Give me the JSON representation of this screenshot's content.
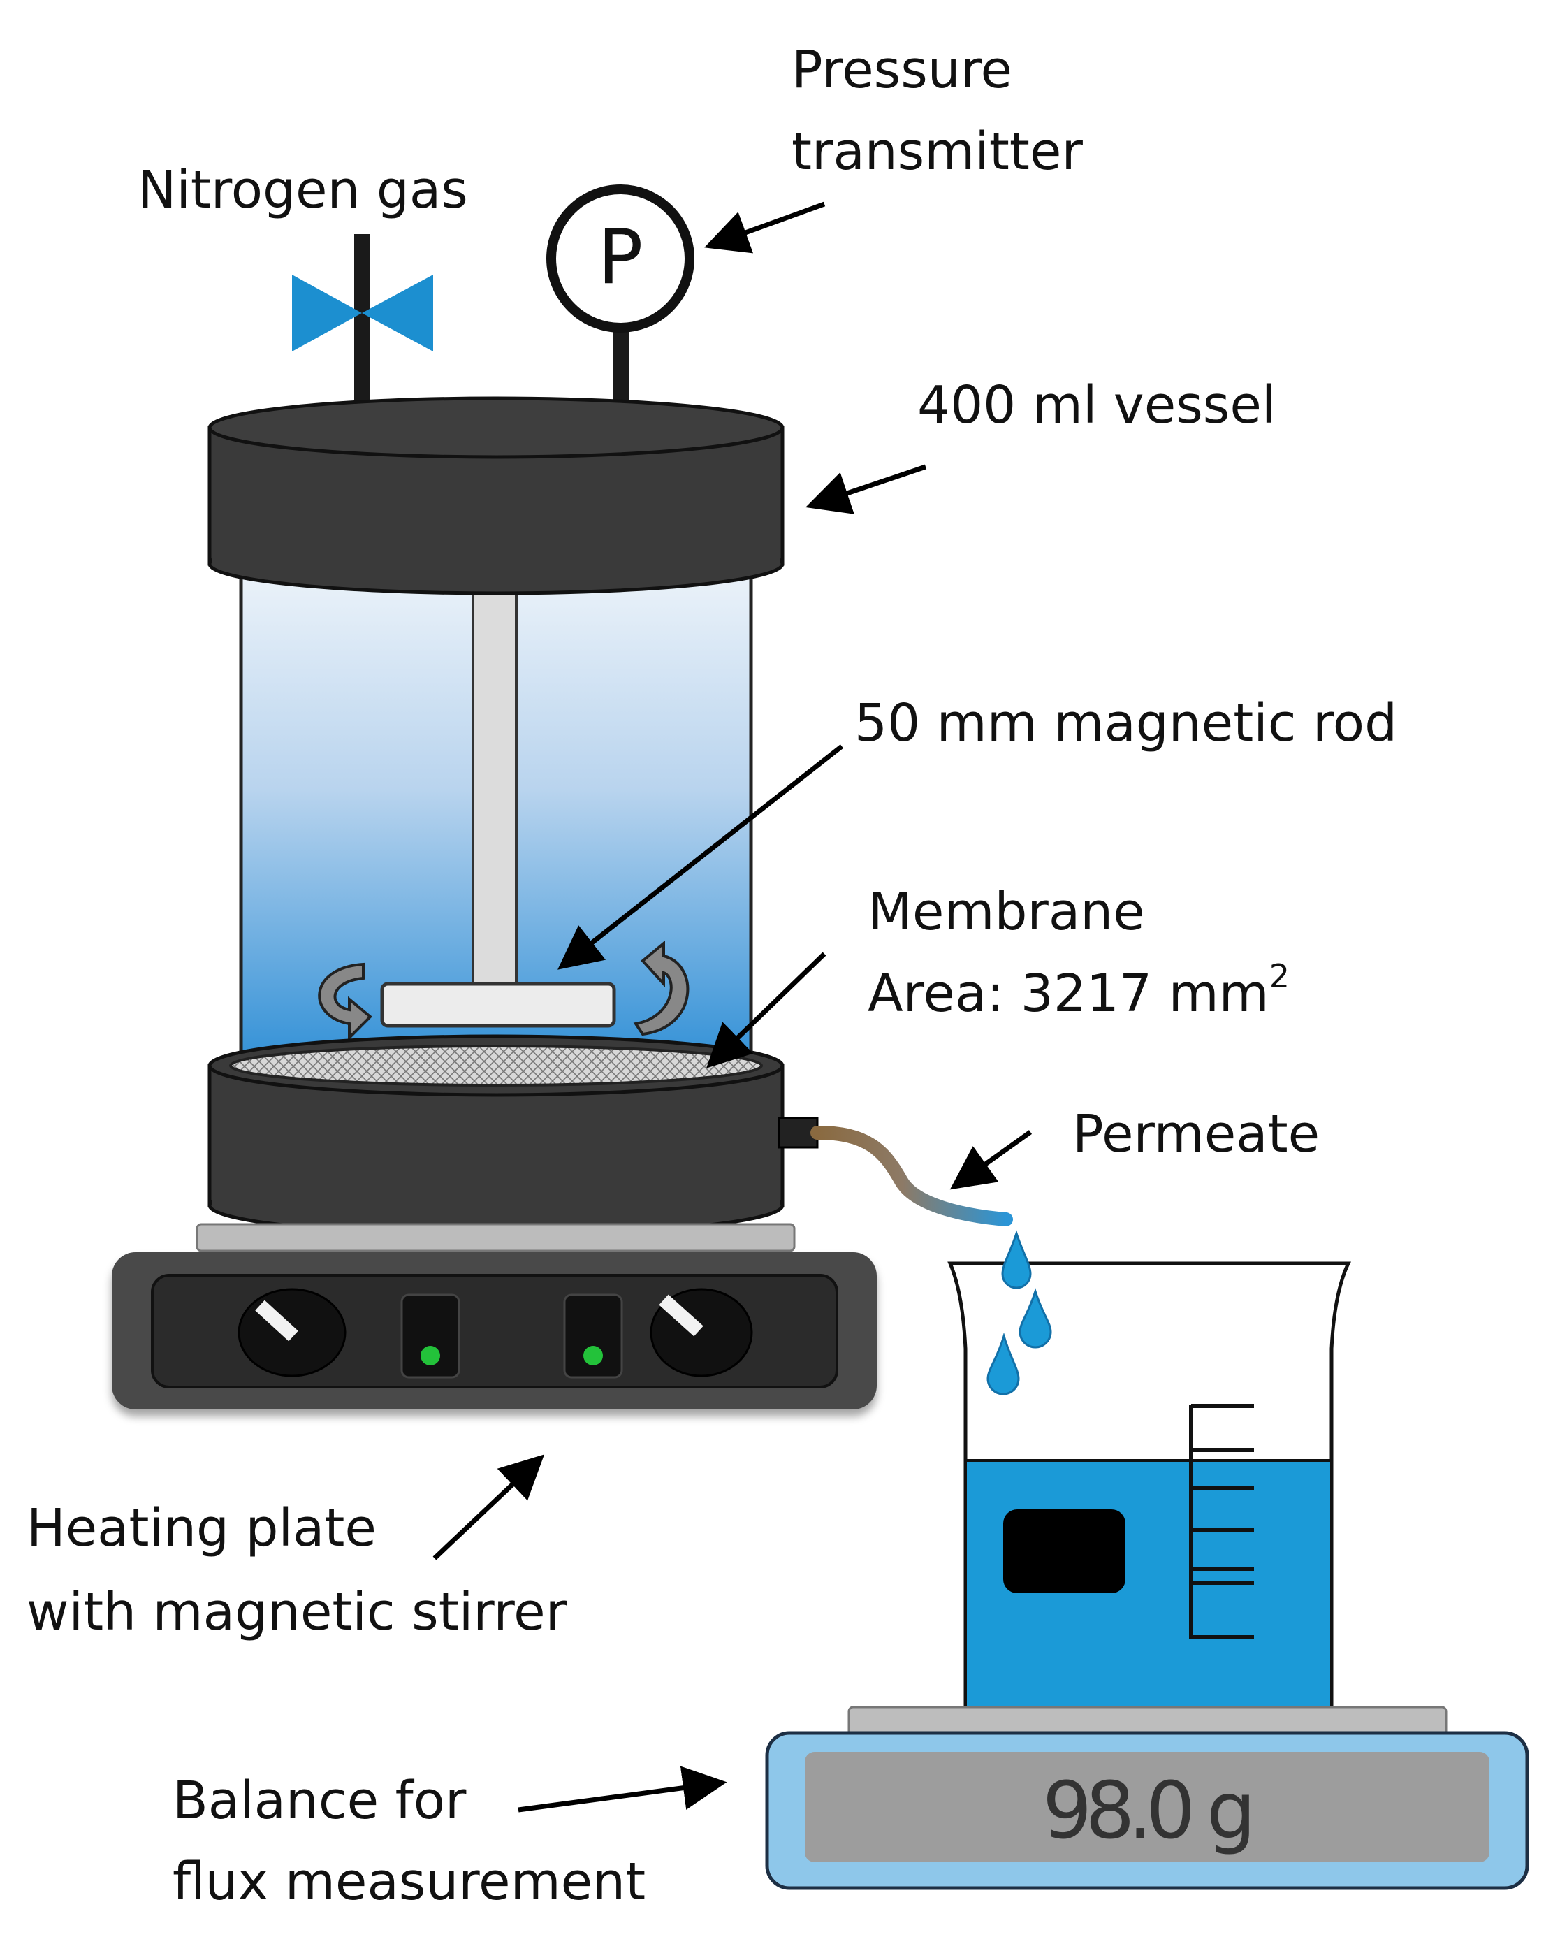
{
  "labels": {
    "pressure_line1": "Pressure",
    "pressure_line2": "transmitter",
    "nitrogen": "Nitrogen gas",
    "gauge_symbol": "P",
    "vessel": "400 ml vessel",
    "rod": "50 mm magnetic rod",
    "membrane_line1": "Membrane",
    "membrane_area": "Area: 3217 mm",
    "membrane_area_sup": "2",
    "permeate": "Permeate",
    "heating_line1": "Heating plate",
    "heating_line2": "with magnetic stirrer",
    "balance_line1": "Balance for",
    "balance_line2": "flux measurement",
    "balance_display": "98.0 g"
  },
  "icons": {
    "valve": "bowtie-valve-icon",
    "gauge": "pressure-gauge-icon",
    "rotation": "rotation-arrow-icon",
    "droplet": "water-droplet-icon"
  },
  "colors": {
    "vessel_body": "#3a3a3a",
    "valve": "#1c8fd0",
    "water": "#1b9ad7",
    "liquid_light": "#dfeaf5",
    "liquid_dark": "#2f8fd6",
    "balance_frame": "#8ec7ea",
    "display_bg": "#9d9d9d",
    "indicator_led": "#23c23a"
  }
}
